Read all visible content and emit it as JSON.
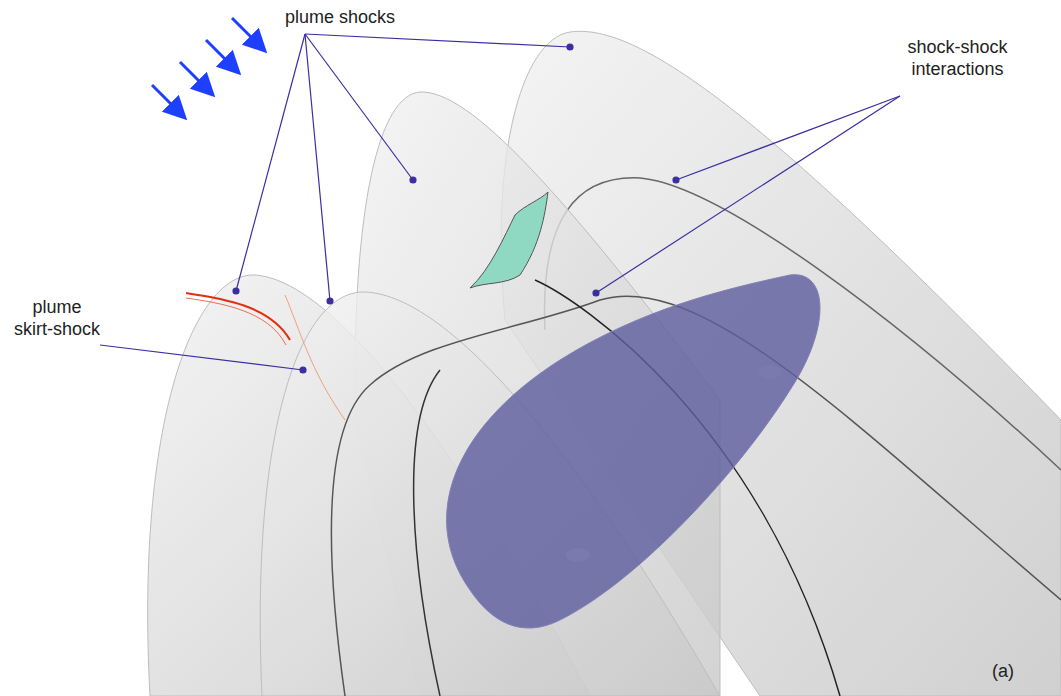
{
  "diagram": {
    "labels": [
      "plume shocks",
      "shock-shock interactions",
      "plume skirt-shock",
      "(a)"
    ]
  }
}
